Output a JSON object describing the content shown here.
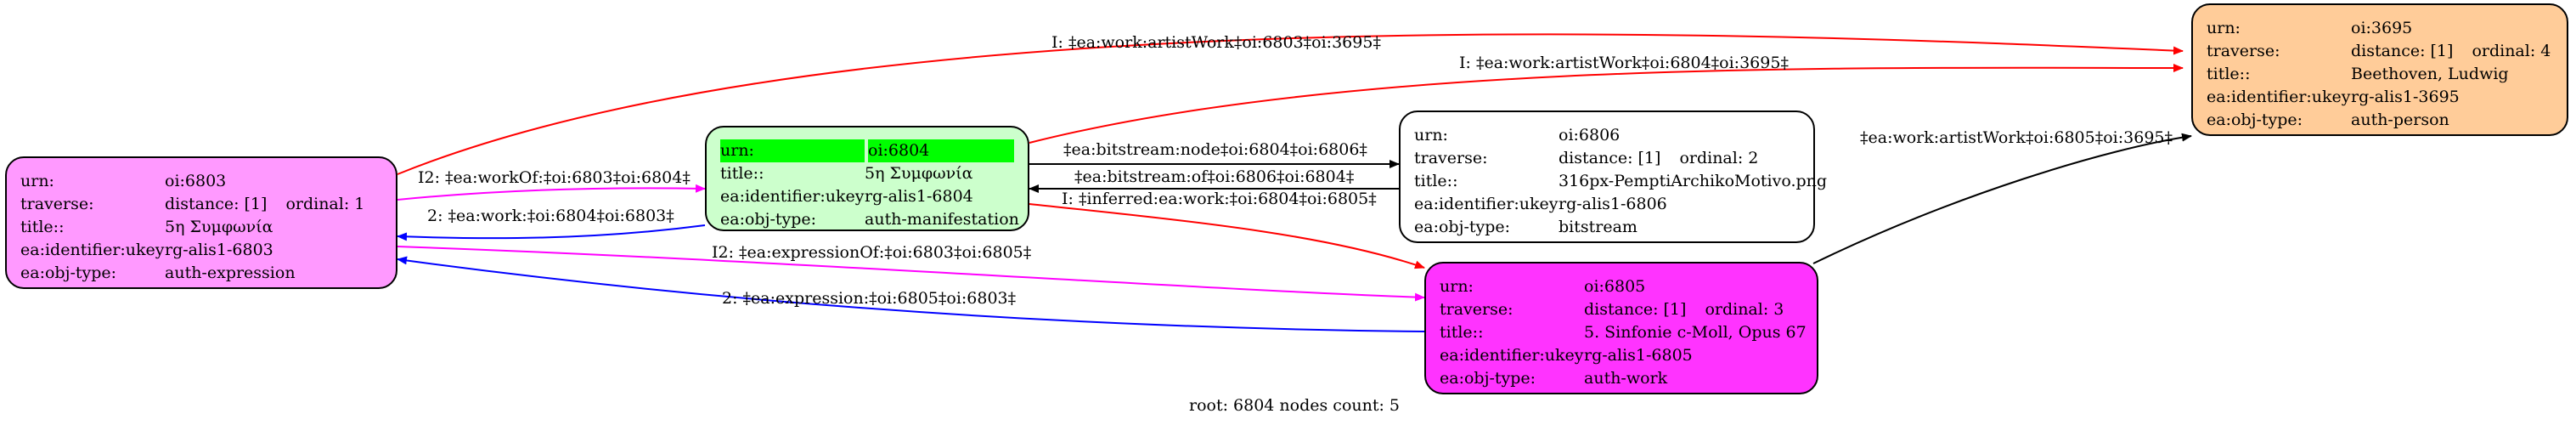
{
  "nodes": {
    "n6803": {
      "fill": "#ff99ff",
      "urn": "oi:6803",
      "traverse_distance": "distance: [1]",
      "traverse_ordinal": "ordinal: 1",
      "title": "5η Συμφωνία",
      "ukey": "rg-alis1-6803",
      "objtype": "auth-expression"
    },
    "n6804": {
      "fill": "#ccffcc",
      "urn": "oi:6804",
      "title": "5η Συμφωνία",
      "ukey": "rg-alis1-6804",
      "objtype": "auth-manifestation"
    },
    "n6806": {
      "fill": "#ffffff",
      "urn": "oi:6806",
      "traverse_distance": "distance: [1]",
      "traverse_ordinal": "ordinal: 2",
      "title": "316px-PemptiArchikoMotivo.png",
      "ukey": "rg-alis1-6806",
      "objtype": "bitstream"
    },
    "n6805": {
      "fill": "#ff33ff",
      "urn": "oi:6805",
      "traverse_distance": "distance: [1]",
      "traverse_ordinal": "ordinal: 3",
      "title": "5. Sinfonie c-Moll, Opus 67",
      "ukey": "rg-alis1-6805",
      "objtype": "auth-work"
    },
    "n3695": {
      "fill": "#ffcc99",
      "urn": "oi:3695",
      "traverse_distance": "distance: [1]",
      "traverse_ordinal": "ordinal: 4",
      "title": "Beethoven, Ludwig",
      "ukey": "rg-alis1-3695",
      "objtype": "auth-person"
    }
  },
  "keys": {
    "urn": "urn:",
    "traverse": "traverse:",
    "title": "title::",
    "ukey": "ea:identifier:ukey",
    "objtype": "ea:obj-type:"
  },
  "edges": [
    {
      "id": "e-6803-3695",
      "label": "I: ‡ea:work:artistWork‡oi:6803‡oi:3695‡",
      "color": "#ff0000"
    },
    {
      "id": "e-6804-3695",
      "label": "I: ‡ea:work:artistWork‡oi:6804‡oi:3695‡",
      "color": "#ff0000"
    },
    {
      "id": "e-6805-3695",
      "label": "‡ea:work:artistWork‡oi:6805‡oi:3695‡",
      "color": "#000000"
    },
    {
      "id": "e-6803-6804",
      "label": "I2: ‡ea:workOf:‡oi:6803‡oi:6804‡",
      "color": "#ff00ff"
    },
    {
      "id": "e-6804-6803",
      "label": "2: ‡ea:work:‡oi:6804‡oi:6803‡",
      "color": "#0000ff"
    },
    {
      "id": "e-6804-6806",
      "label": "‡ea:bitstream:node‡oi:6804‡oi:6806‡",
      "color": "#000000"
    },
    {
      "id": "e-6806-6804",
      "label": "‡ea:bitstream:of‡oi:6806‡oi:6804‡",
      "color": "#000000"
    },
    {
      "id": "e-6804-6805",
      "label": "I: ‡inferred:ea:work:‡oi:6804‡oi:6805‡",
      "color": "#ff0000"
    },
    {
      "id": "e-6803-6805",
      "label": "I2: ‡ea:expressionOf:‡oi:6803‡oi:6805‡",
      "color": "#ff00ff"
    },
    {
      "id": "e-6805-6803",
      "label": "2: ‡ea:expression:‡oi:6805‡oi:6803‡",
      "color": "#0000ff"
    }
  ],
  "footer": "root: 6804 nodes count: 5"
}
